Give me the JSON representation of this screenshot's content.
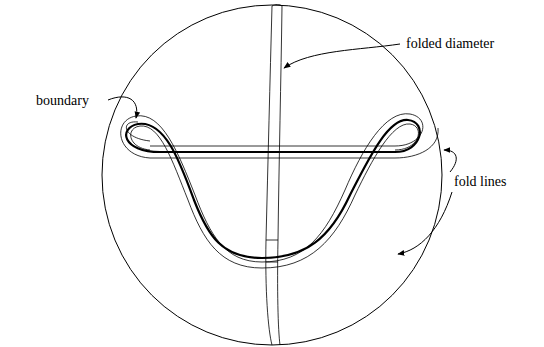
{
  "diagram": {
    "labels": [
      "folded diameter",
      "boundary",
      "fold lines"
    ]
  }
}
